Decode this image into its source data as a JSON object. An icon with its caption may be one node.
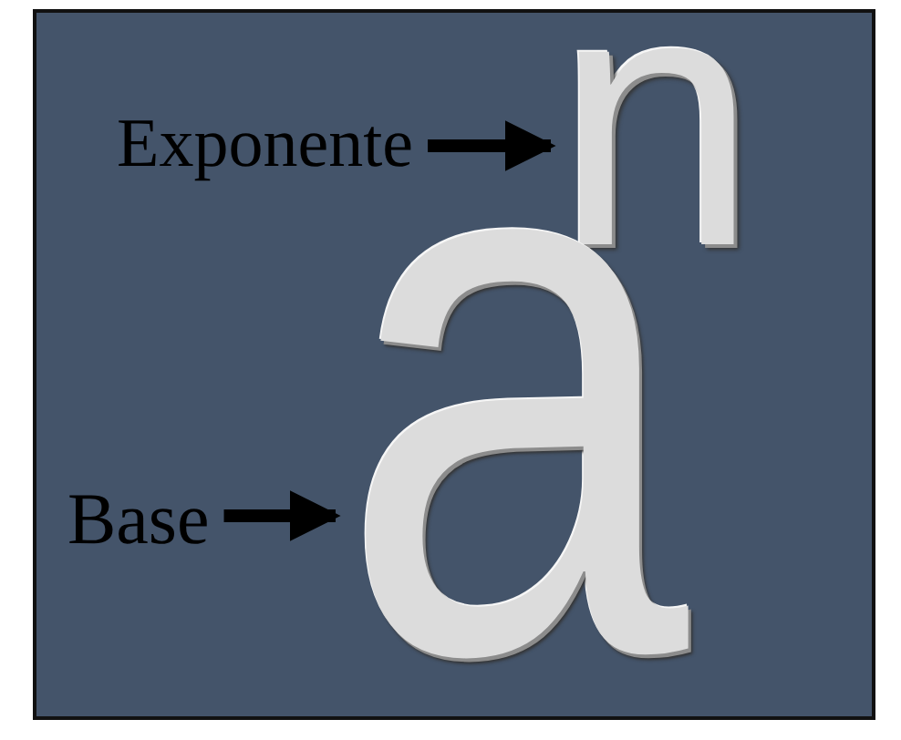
{
  "diagram": {
    "nodes": [
      {
        "text": [
          "Exponente"
        ]
      },
      {
        "text": [
          "n"
        ]
      },
      {
        "text": [
          "Base"
        ]
      },
      {
        "text": [
          "a"
        ]
      }
    ],
    "edges": [
      {
        "from": 0,
        "to": 1,
        "arrow": "to"
      },
      {
        "from": 2,
        "to": 3,
        "arrow": "to"
      }
    ]
  }
}
